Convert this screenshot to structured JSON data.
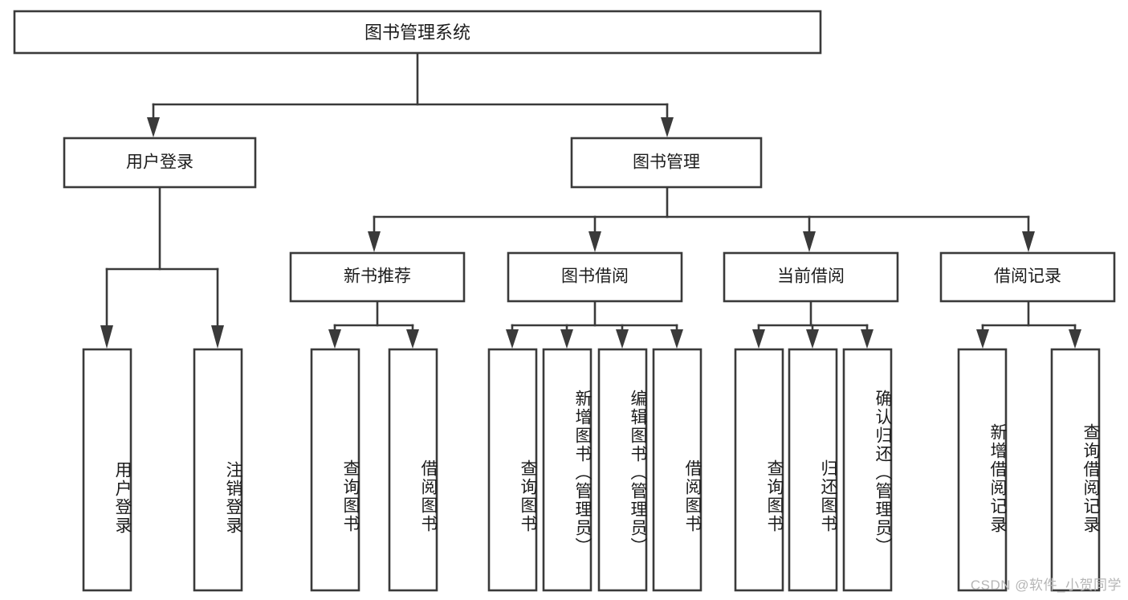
{
  "diagram": {
    "type": "tree-hierarchy-chart",
    "title": "图书管理系统",
    "orientation": "top-down",
    "box_fill": "#ffffff",
    "box_stroke": "#3a3a3a",
    "text_color": "#1c1c1c"
  },
  "nodes": {
    "root": {
      "label": "图书管理系统",
      "level": 0
    },
    "level1": [
      {
        "id": "user-login",
        "label": "用户登录"
      },
      {
        "id": "book-management",
        "label": "图书管理"
      }
    ],
    "level2": [
      {
        "id": "new-book-recommend",
        "label": "新书推荐",
        "parent": "book-management"
      },
      {
        "id": "book-borrow",
        "label": "图书借阅",
        "parent": "book-management"
      },
      {
        "id": "current-borrow",
        "label": "当前借阅",
        "parent": "book-management"
      },
      {
        "id": "borrow-record",
        "label": "借阅记录",
        "parent": "book-management"
      }
    ],
    "leaves": {
      "user-login": [
        {
          "id": "leaf-user-login",
          "label": "用户登录"
        },
        {
          "id": "leaf-logout-login",
          "label": "注销登录"
        }
      ],
      "new-book-recommend": [
        {
          "id": "leaf-query-book-1",
          "label": "查询图书"
        },
        {
          "id": "leaf-borrow-book-1",
          "label": "借阅图书"
        }
      ],
      "book-borrow": [
        {
          "id": "leaf-query-book-2",
          "label": "查询图书"
        },
        {
          "id": "leaf-add-book",
          "label": "新增图书（管理员）"
        },
        {
          "id": "leaf-edit-book",
          "label": "编辑图书（管理员）"
        },
        {
          "id": "leaf-borrow-book-2",
          "label": "借阅图书"
        }
      ],
      "current-borrow": [
        {
          "id": "leaf-query-book-3",
          "label": "查询图书"
        },
        {
          "id": "leaf-return-book",
          "label": "归还图书"
        },
        {
          "id": "leaf-confirm-return",
          "label": "确认归还（管理员）"
        }
      ],
      "borrow-record": [
        {
          "id": "leaf-add-record",
          "label": "新增借阅记录"
        },
        {
          "id": "leaf-query-record",
          "label": "查询借阅记录"
        }
      ]
    }
  },
  "watermark": {
    "text": "CSDN @软件_小贺同学"
  }
}
